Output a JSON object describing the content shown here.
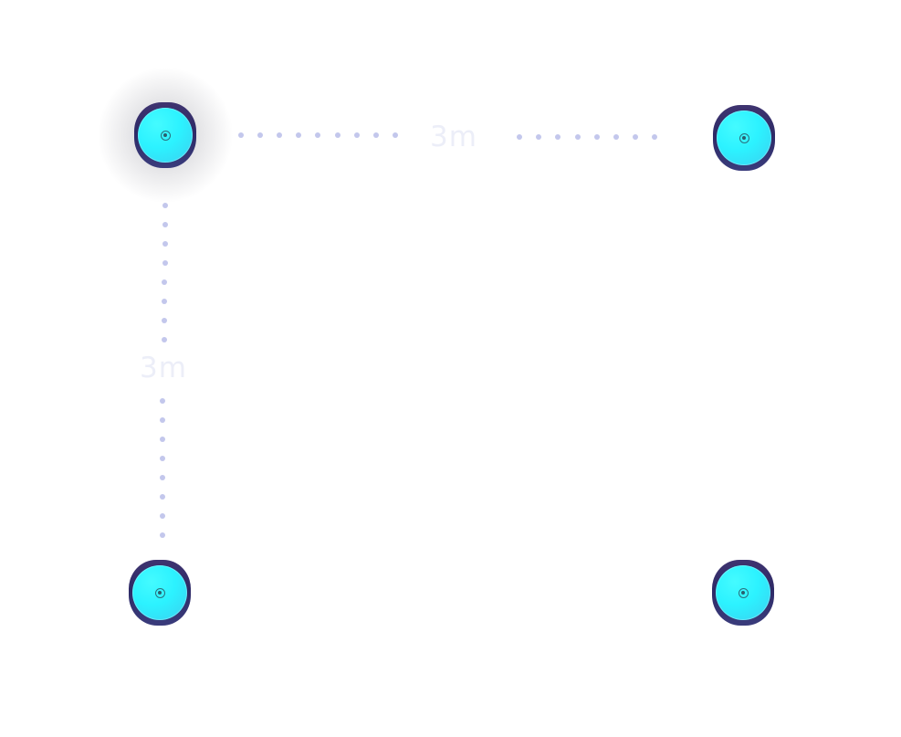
{
  "diagram": {
    "horizontal_dimension": {
      "label": "3m"
    },
    "vertical_dimension": {
      "label": "3m"
    },
    "anchors": [
      {
        "id": "top-left",
        "highlighted": true
      },
      {
        "id": "top-right",
        "highlighted": false
      },
      {
        "id": "bottom-left",
        "highlighted": false
      },
      {
        "id": "bottom-right",
        "highlighted": false
      }
    ],
    "colors": {
      "anchor_face": "#2cf2ff",
      "anchor_shell": "#2e2a66",
      "dotted_line": "#c3c7ec",
      "dimension_text": "#eceef8"
    }
  }
}
